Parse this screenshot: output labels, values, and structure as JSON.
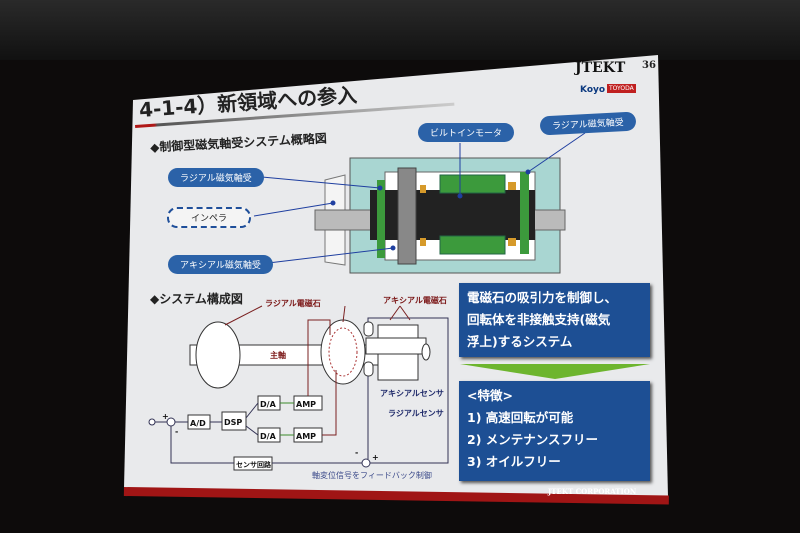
{
  "slide": {
    "title": "4-1-4）新領域への参入",
    "page_number": "36",
    "logo": {
      "brand": "JTEKT",
      "sub_left": "Koyo",
      "sub_right": "TOYODA"
    },
    "footer": "JTEKT CORPORATION",
    "accent_color": "#a01515",
    "box_color": "#1d4f94"
  },
  "overview": {
    "heading": "◆制御型磁気軸受システム概略図",
    "labels": {
      "radial_left": "ラジアル磁気軸受",
      "impeller": "インペラ",
      "axial": "アキシアル磁気軸受",
      "motor": "ビルトインモータ",
      "radial_right": "ラジアル磁気軸受"
    }
  },
  "system": {
    "heading": "◆システム構成図",
    "labels": {
      "radial_magnet": "ラジアル電磁石",
      "axial_magnet": "アキシアル電磁石",
      "main_shaft": "主軸",
      "axial_sensor": "アキシアルセンサ",
      "radial_sensor": "ラジアルセンサ",
      "sensor_circuit": "センサ回路",
      "feedback": "軸変位信号をフィードバック制御",
      "ad": "A/D",
      "dsp": "DSP",
      "da": "D/A",
      "amp": "AMP",
      "plus": "+",
      "minus": "-"
    }
  },
  "summary": {
    "lines": [
      "電磁石の吸引力を制御し、",
      "回転体を非接触支持(磁気",
      "浮上)するシステム"
    ]
  },
  "features": {
    "heading": "<特徴>",
    "items": [
      "1)  高速回転が可能",
      "2)  メンテナンスフリー",
      "3)  オイルフリー"
    ]
  }
}
